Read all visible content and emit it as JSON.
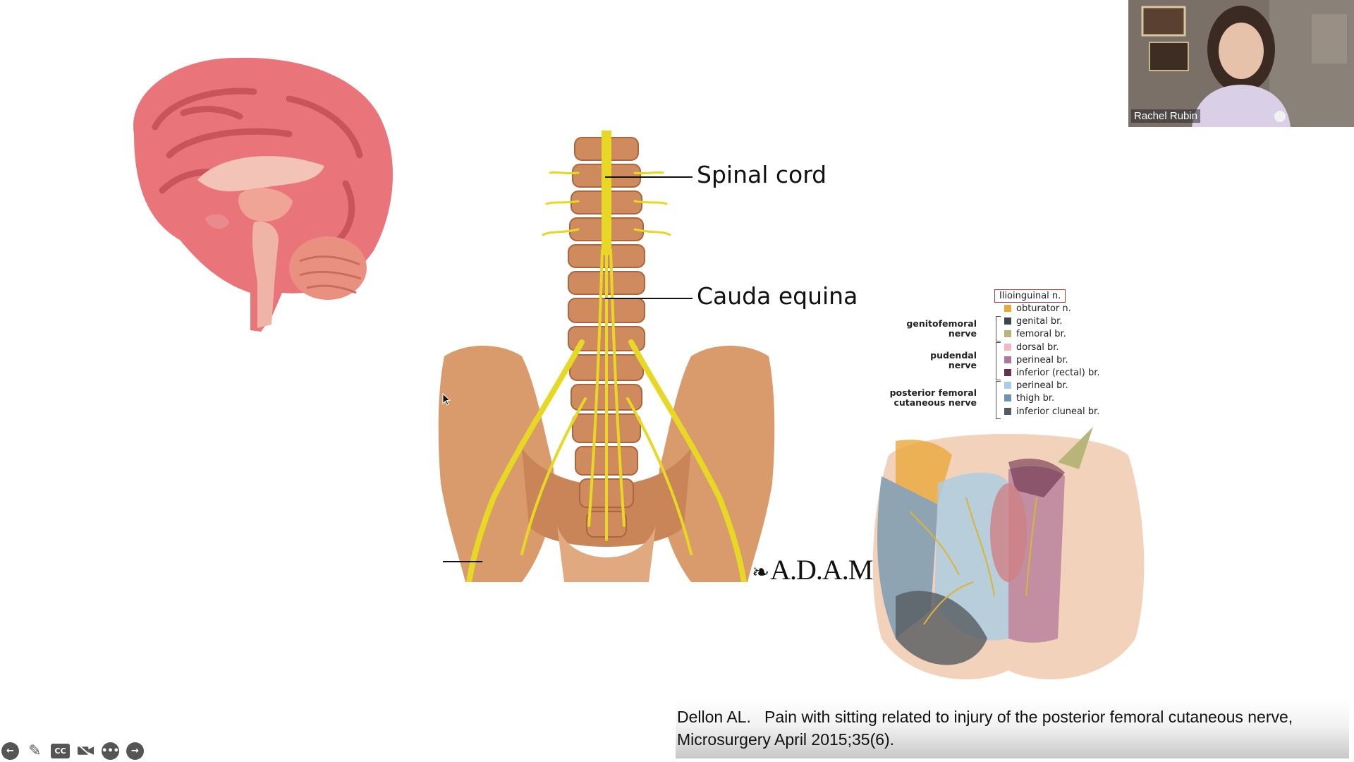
{
  "slide": {
    "spine_labels": {
      "spinal_cord": "Spinal cord",
      "cauda_equina": "Cauda equina"
    },
    "logo_text": "A.D.A.M.",
    "legend": {
      "highlight": "Ilioinguinal n.",
      "items": [
        {
          "label": "obturator n.",
          "color": "#e9a93b"
        },
        {
          "label": "genital br.",
          "color": "#3f4447"
        },
        {
          "label": "femoral br.",
          "color": "#b8b57a"
        },
        {
          "label": "dorsal br.",
          "color": "#f1b8c0"
        },
        {
          "label": "perineal br.",
          "color": "#b07898"
        },
        {
          "label": "inferior (rectal) br.",
          "color": "#6a2f48"
        },
        {
          "label": "perineal br.",
          "color": "#a9cde3"
        },
        {
          "label": "thigh br.",
          "color": "#6e94b0"
        },
        {
          "label": "inferior cluneal br.",
          "color": "#555b60"
        }
      ],
      "groups": {
        "genitofemoral": [
          "genitofemoral",
          "nerve"
        ],
        "pudendal": [
          "pudendal",
          "nerve"
        ],
        "posterior_femoral": [
          "posterior femoral",
          "cutaneous nerve"
        ]
      }
    },
    "citation": {
      "line1": "Dellon AL.   Pain with sitting related to injury of the posterior femoral cutaneous nerve,",
      "line2": "Microsurgery April 2015;35(6)."
    }
  },
  "video": {
    "presenter_name": "Rachel Rubin"
  },
  "controls": {
    "icons": [
      "previous-icon",
      "pen-icon",
      "captions-icon",
      "camera-off-icon",
      "more-icon",
      "next-icon"
    ],
    "cc_label": "CC"
  },
  "colors": {
    "brain": "#e9757a",
    "bone": "#d99a6c",
    "nerve": "#e6d824"
  }
}
